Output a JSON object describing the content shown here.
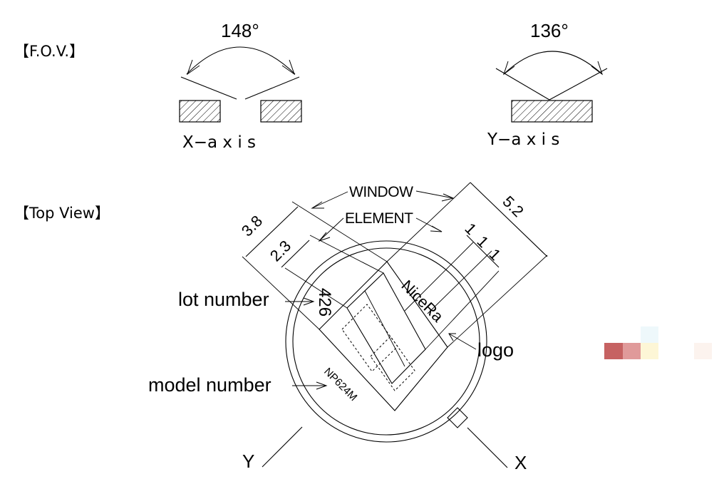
{
  "fov": {
    "section_label": "【F.O.V.】",
    "x_angle": "148°",
    "y_angle": "136°",
    "x_axis_label": "X−a x i s",
    "y_axis_label": "Y−a x i s"
  },
  "top_view": {
    "section_label": "【Top View】",
    "window_label": "WINDOW",
    "element_label": "ELEMENT",
    "dim_window": "3.8",
    "dim_element": "2.3",
    "dim_outer": "5.2",
    "dim_pitch_1": "1",
    "dim_pitch_2": "1",
    "dim_pitch_3": "1",
    "lot_number_label": "lot number",
    "lot_number_value": "426",
    "brand_text": "NiceRa",
    "logo_label": "logo",
    "model_number_label": "model number",
    "model_number_value": "NP624M",
    "x_label": "X",
    "y_label": "Y"
  },
  "colors": {
    "line": "#000000",
    "swatches": [
      "#c66262",
      "#e09a9a",
      "#fdf6d6",
      "#eef8fb",
      "#fcf3ee"
    ]
  }
}
